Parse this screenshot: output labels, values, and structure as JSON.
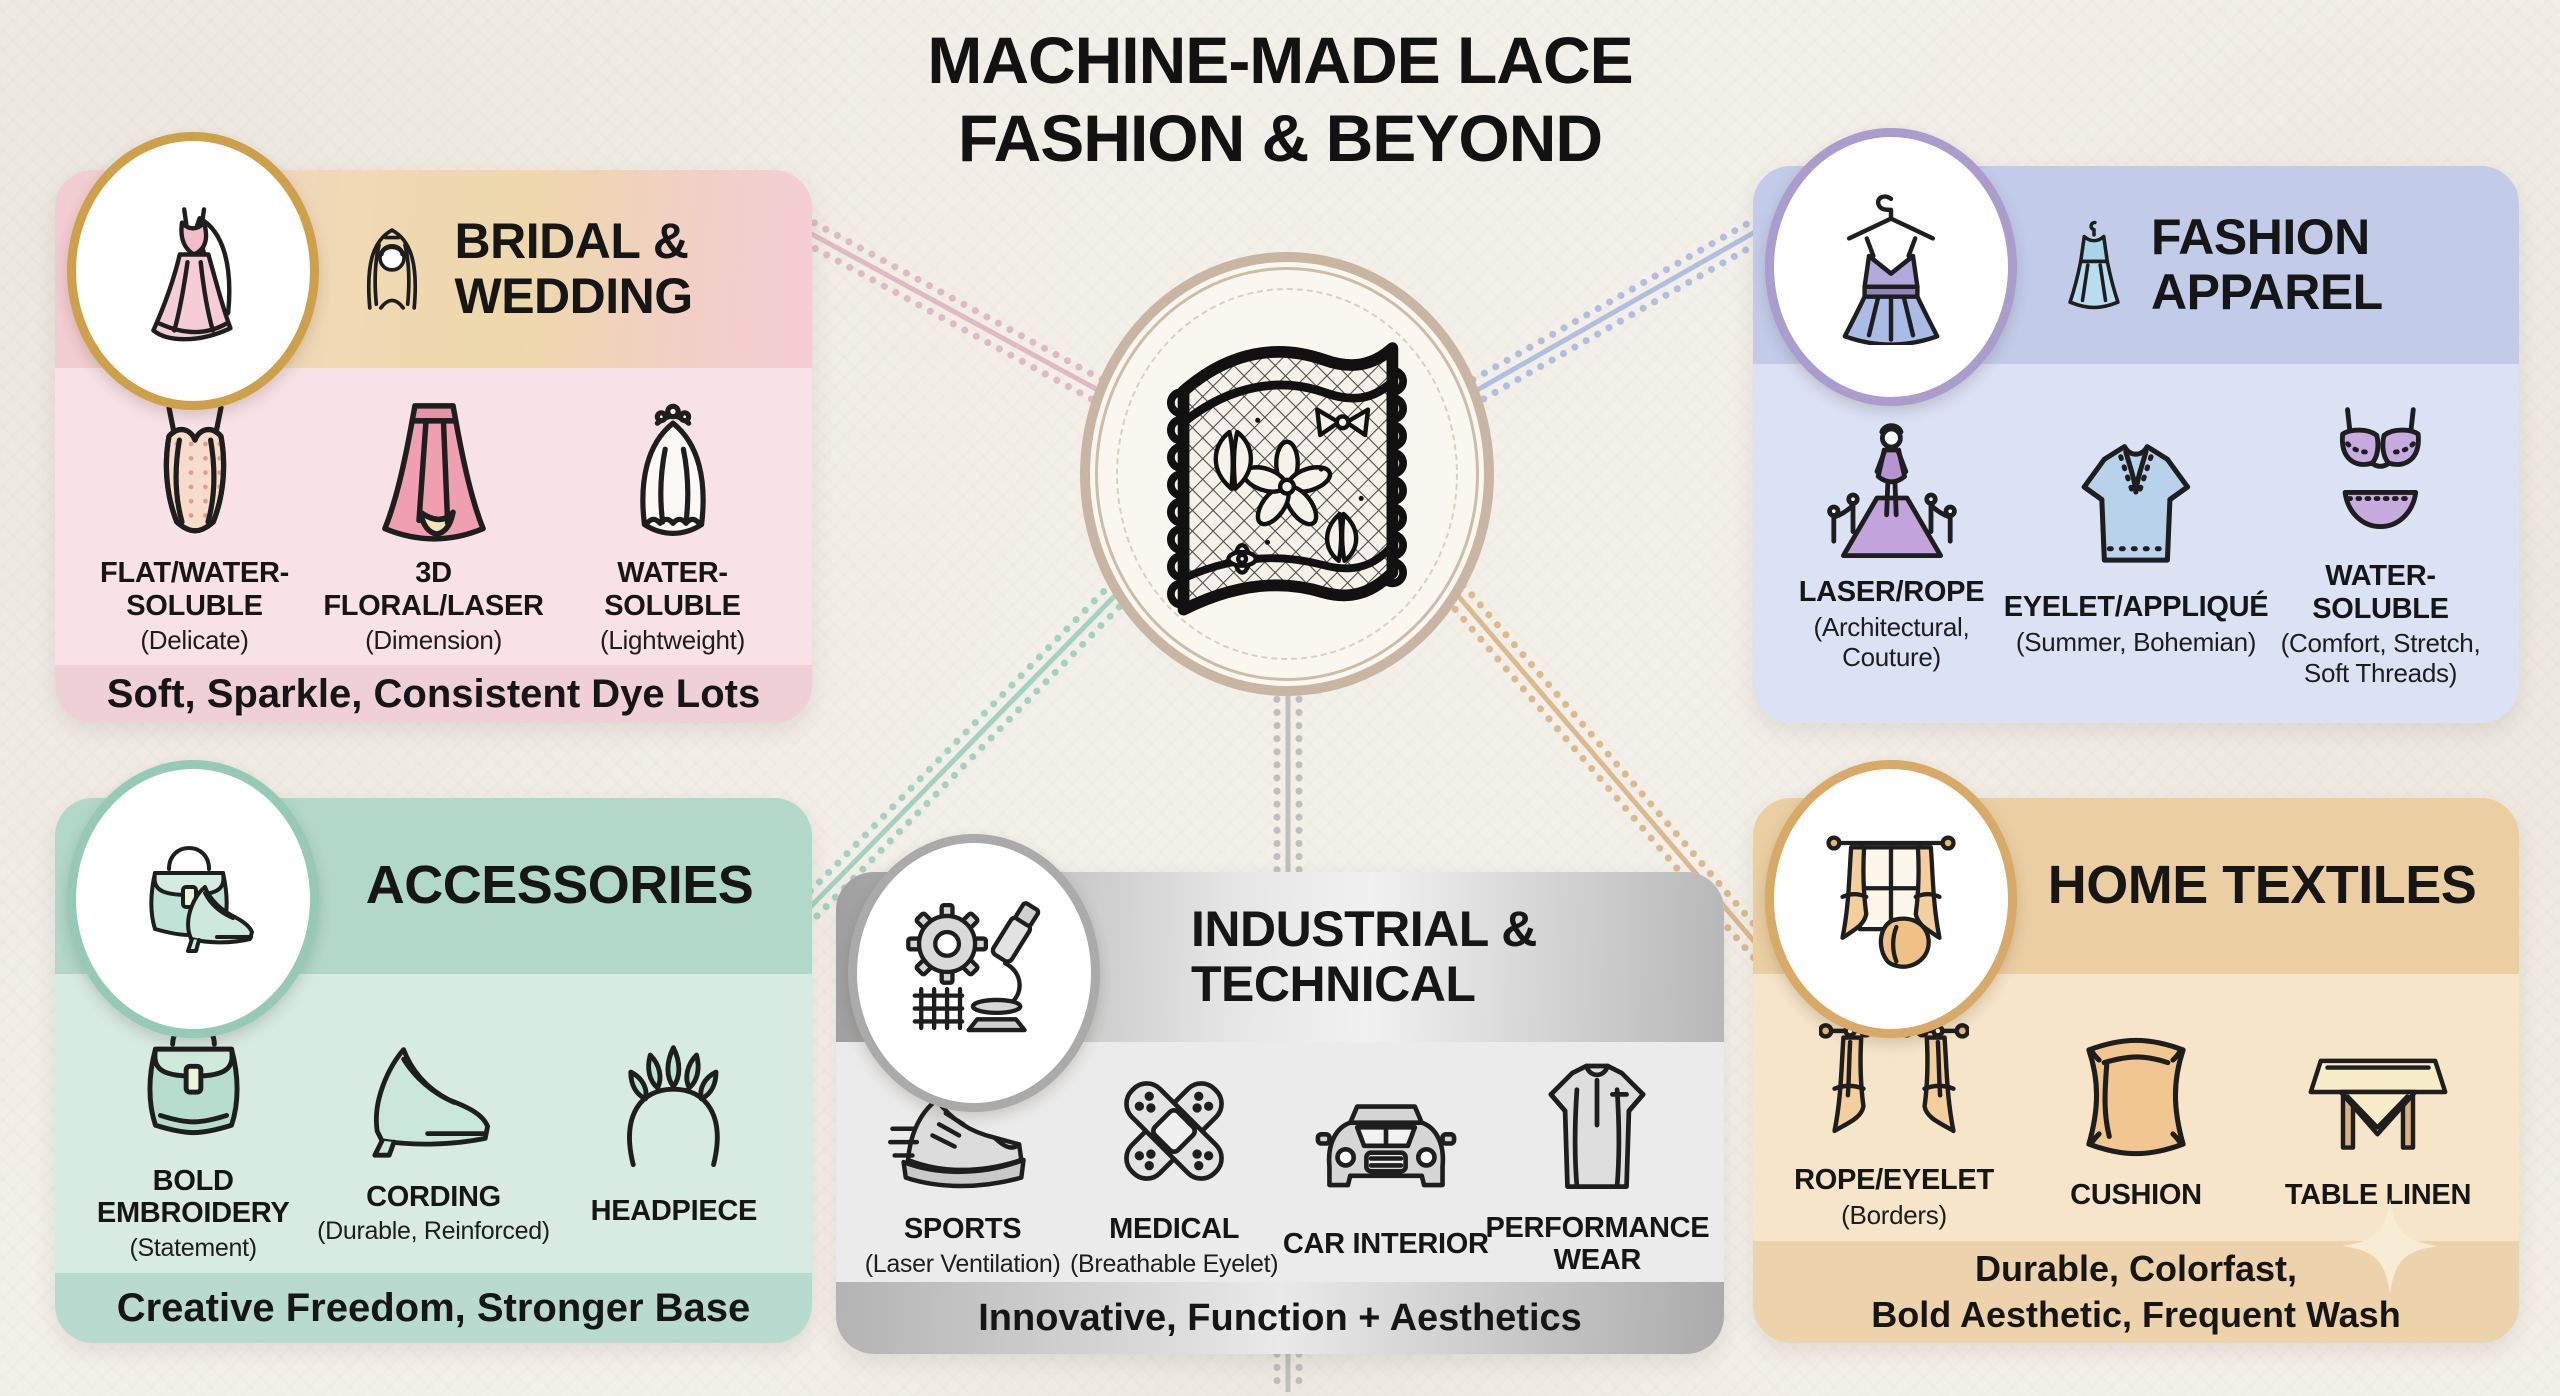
{
  "title": {
    "line1": "MACHINE-MADE LACE",
    "line2": "FASHION & BEYOND"
  },
  "center": {
    "icon": "lace-swatch-icon"
  },
  "panels": {
    "bridal": {
      "title": "BRIDAL & WEDDING",
      "accent": "#cfa04a",
      "header_icon": "bride-veil-icon",
      "badge_icon": "wedding-dress-icon",
      "items": [
        {
          "icon": "corset-icon",
          "label": "FLAT/WATER-SOLUBLE",
          "sublabel": "(Delicate)"
        },
        {
          "icon": "skirt-icon",
          "label": "3D FLORAL/LASER",
          "sublabel": "(Dimension)"
        },
        {
          "icon": "veil-icon",
          "label": "WATER-SOLUBLE",
          "sublabel": "(Lightweight)"
        }
      ],
      "footer": "Soft, Sparkle, Consistent Dye Lots"
    },
    "fashion": {
      "title": "FASHION APPAREL",
      "accent": "#ab9cce",
      "header_icon": "mini-dress-icon",
      "badge_icon": "dress-hanger-icon",
      "items": [
        {
          "icon": "runway-model-icon",
          "label": "LASER/ROPE",
          "sublabel": "(Architectural, Couture)"
        },
        {
          "icon": "blouse-icon",
          "label": "EYELET/APPLIQUÉ",
          "sublabel": "(Summer, Bohemian)"
        },
        {
          "icon": "lingerie-icon",
          "label": "WATER-SOLUBLE",
          "sublabel": "(Comfort, Stretch, Soft Threads)"
        }
      ]
    },
    "accessories": {
      "title": "ACCESSORIES",
      "accent": "#96c9b6",
      "badge_icon": "handbag-heel-icon",
      "items": [
        {
          "icon": "handbag-icon",
          "label": "BOLD EMBROIDERY",
          "sublabel": "(Statement)"
        },
        {
          "icon": "high-heel-icon",
          "label": "CORDING",
          "sublabel": "(Durable, Reinforced)"
        },
        {
          "icon": "headpiece-icon",
          "label": "HEADPIECE",
          "sublabel": ""
        }
      ],
      "footer": "Creative Freedom, Stronger Base"
    },
    "industrial": {
      "title": "INDUSTRIAL & TECHNICAL",
      "accent": "#aaaaaa",
      "badge_icon": "gear-microscope-icon",
      "items": [
        {
          "icon": "sneaker-icon",
          "label": "SPORTS",
          "sublabel": "(Laser Ventilation)"
        },
        {
          "icon": "bandage-icon",
          "label": "MEDICAL",
          "sublabel": "(Breathable Eyelet)"
        },
        {
          "icon": "car-icon",
          "label": "CAR INTERIOR",
          "sublabel": ""
        },
        {
          "icon": "performance-shirt-icon",
          "label": "PERFORMANCE WEAR",
          "sublabel": ""
        }
      ],
      "footer": "Innovative, Function + Aesthetics"
    },
    "home": {
      "title": "HOME TEXTILES",
      "accent": "#d8a967",
      "badge_icon": "curtain-window-icon",
      "items": [
        {
          "icon": "curtains-icon",
          "label": "ROPE/EYELET",
          "sublabel": "(Borders)"
        },
        {
          "icon": "cushion-icon",
          "label": "CUSHION",
          "sublabel": ""
        },
        {
          "icon": "table-linen-icon",
          "label": "TABLE LINEN",
          "sublabel": ""
        }
      ],
      "footer": "Durable, Colorfast,\nBold Aesthetic, Frequent Wash"
    }
  }
}
